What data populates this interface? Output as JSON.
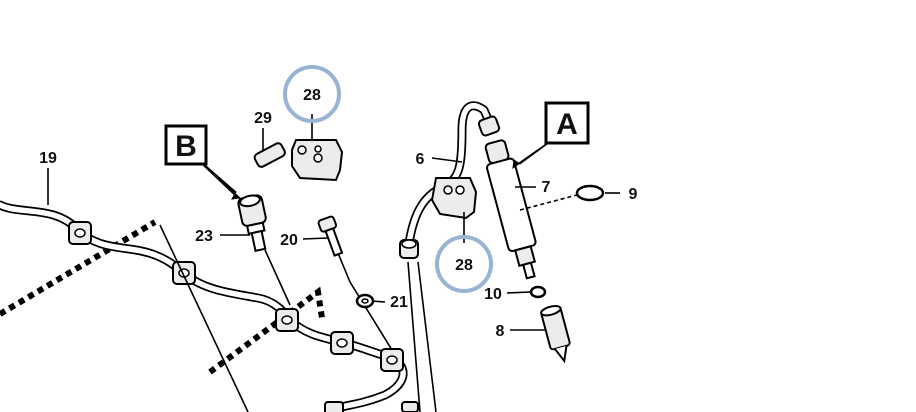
{
  "callouts": {
    "p19": "19",
    "p29": "29",
    "p28_top": "28",
    "p28_bottom": "28",
    "p23": "23",
    "p20": "20",
    "p21": "21",
    "p6": "6",
    "p7": "7",
    "p9": "9",
    "p10": "10",
    "p8": "8"
  },
  "boxes": {
    "A": "A",
    "B": "B"
  },
  "colors": {
    "highlight": "#98b4d4",
    "ink": "#000000"
  }
}
